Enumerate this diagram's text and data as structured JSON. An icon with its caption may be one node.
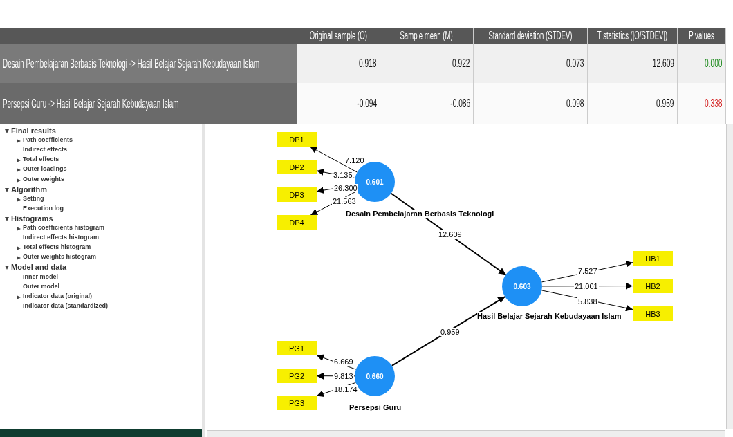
{
  "diagram": {
    "nodes": [
      {
        "text": [
          "DP1"
        ]
      },
      {
        "text": [
          "DP2"
        ]
      },
      {
        "text": [
          "DP3"
        ]
      },
      {
        "text": [
          "DP4"
        ]
      },
      {
        "text": [
          "0.601"
        ],
        "beside": [
          "Desain Pembelajaran Berbasis Teknologi"
        ]
      },
      {
        "text": [
          "HB1"
        ]
      },
      {
        "text": [
          "HB2"
        ]
      },
      {
        "text": [
          "HB3"
        ]
      },
      {
        "text": [
          "0.603"
        ],
        "beside": [
          "Hasil Belajar Sejarah Kebudayaan Islam"
        ]
      },
      {
        "text": [
          "PG1"
        ]
      },
      {
        "text": [
          "PG2"
        ]
      },
      {
        "text": [
          "PG3"
        ]
      },
      {
        "text": [
          "0.660"
        ],
        "beside": [
          "Persepsi Guru"
        ]
      }
    ],
    "edges": [
      {
        "from": 4,
        "to": 0,
        "arrow": "to",
        "label": "7.120"
      },
      {
        "from": 4,
        "to": 1,
        "arrow": "to",
        "label": "3.135"
      },
      {
        "from": 4,
        "to": 2,
        "arrow": "to",
        "label": "26.300"
      },
      {
        "from": 4,
        "to": 3,
        "arrow": "to",
        "label": "21.563"
      },
      {
        "from": 4,
        "to": 8,
        "arrow": "to",
        "label": "12.609"
      },
      {
        "from": 12,
        "to": 8,
        "arrow": "to",
        "label": "0.959"
      },
      {
        "from": 8,
        "to": 5,
        "arrow": "to",
        "label": "7.527"
      },
      {
        "from": 8,
        "to": 6,
        "arrow": "to",
        "label": "21.001"
      },
      {
        "from": 8,
        "to": 7,
        "arrow": "to",
        "label": "5.838"
      },
      {
        "from": 12,
        "to": 9,
        "arrow": "to",
        "label": "6.669"
      },
      {
        "from": 12,
        "to": 10,
        "arrow": "to",
        "label": "9.813"
      },
      {
        "from": 12,
        "to": 11,
        "arrow": "to",
        "label": "18.174"
      }
    ],
    "labels": [
      "Original sample (O)",
      "Sample mean (M)",
      "Standard deviation (STDEV)",
      "T statistics (|O/STDEV|)",
      "P values",
      "Desain Pembelajaran Berbasis Teknologi -> Hasil Belajar Sejarah Kebudayaan Islam",
      "0.918",
      "0.922",
      "0.073",
      "12.609",
      "0.000",
      "Persepsi Guru -> Hasil Belajar Sejarah Kebudayaan Islam",
      "-0.094",
      "-0.086",
      "0.098",
      "0.959",
      "0.338",
      "Final results",
      "Path coefficients",
      "Indirect effects",
      "Total effects",
      "Outer loadings",
      "Outer weights",
      "Algorithm",
      "Setting",
      "Execution log",
      "Histograms",
      "Path coefficients histogram",
      "Indirect effects histogram",
      "Total effects histogram",
      "Outer weights histogram",
      "Model and data",
      "Inner model",
      "Outer model",
      "Indicator data (original)",
      "Indicator data (standardized)"
    ]
  }
}
